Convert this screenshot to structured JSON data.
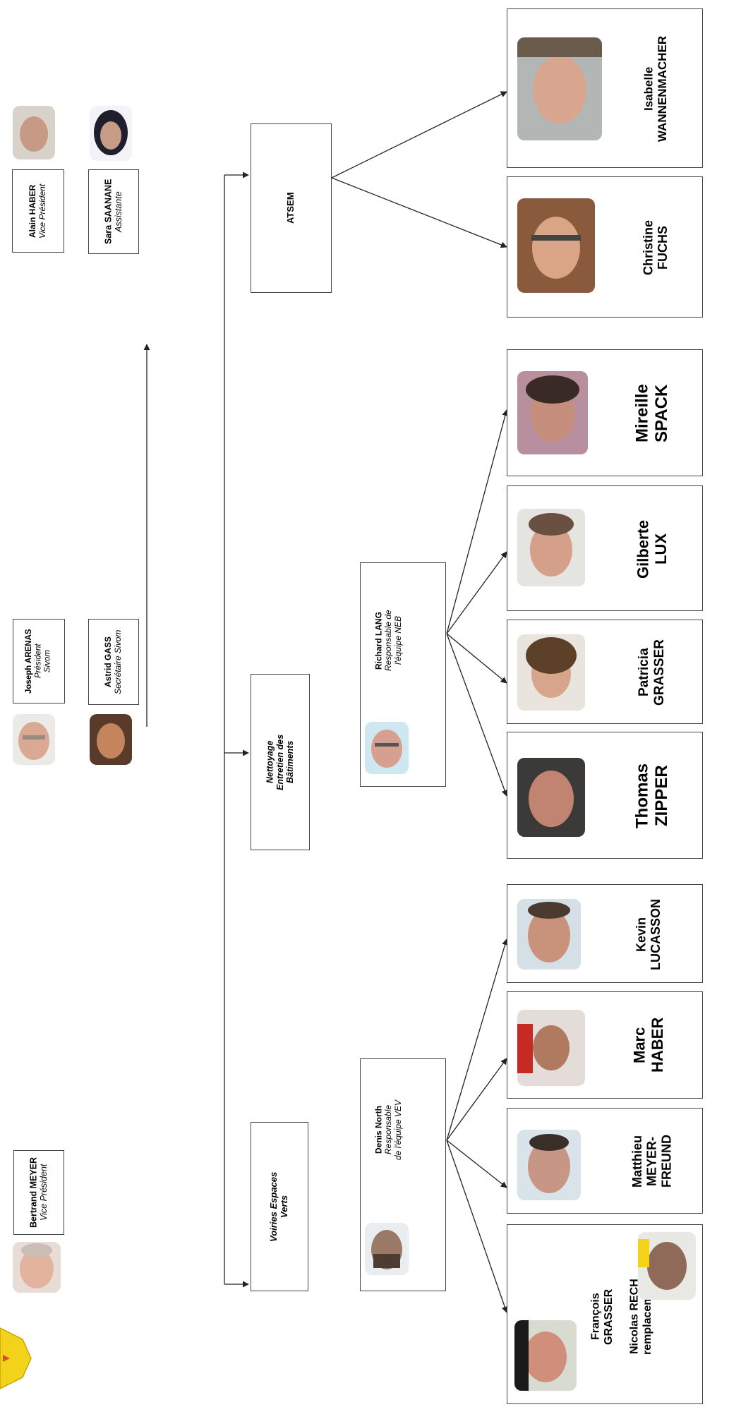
{
  "board": {
    "vp1": {
      "name": "Bertrand MEYER",
      "role": "Vice Président"
    },
    "president": {
      "name": "Joseph ARENAS",
      "role_line1": "Président",
      "role_line2": "Sivom"
    },
    "vp2": {
      "name": "Alain HABER",
      "role": "Vice Président"
    },
    "secretary": {
      "name": "Astrid GASS",
      "role": "Secrétaire Sivom"
    },
    "assistant": {
      "name": "Sara SAANANE",
      "role": "Assistante"
    }
  },
  "services": {
    "vev": {
      "line1": "Voiries Espaces",
      "line2": "Verts"
    },
    "neb": {
      "line1": "Nettoyage",
      "line2": "Entretien des",
      "line3": "Bâtiments"
    },
    "atsem": {
      "label": "ATSEM"
    }
  },
  "leads": {
    "vev": {
      "name": "Denis North",
      "role_line1": "Responsable",
      "role_line2": "de l'équipe VEV"
    },
    "neb": {
      "name": "Richard LANG",
      "role_line1": "Responsable de",
      "role_line2": "l'équipe NEB"
    }
  },
  "staff": {
    "francois": {
      "line1": "François",
      "line2": "GRASSER",
      "line3": "Nicolas RECH",
      "line4": "remplacement"
    },
    "matthieu": {
      "line1": "Matthieu",
      "line2": "MEYER-",
      "line3": "FREUND"
    },
    "marc": {
      "line1": "Marc",
      "line2": "HABER"
    },
    "kevin": {
      "line1": "Kevin",
      "line2": "LUCASSON"
    },
    "thomas": {
      "line1": "Thomas",
      "line2": "ZIPPER"
    },
    "patricia": {
      "line1": "Patricia",
      "line2": "GRASSER"
    },
    "gilberte": {
      "line1": "Gilberte",
      "line2": "LUX"
    },
    "mireille": {
      "line1": "Mireille",
      "line2": "SPACK"
    },
    "christine": {
      "line1": "Christine",
      "line2": "FUCHS"
    },
    "isabelle": {
      "line1": "Isabelle",
      "line2": "WANNENMACHER"
    }
  },
  "colors": {
    "logo": "#f2d21b",
    "logo_accent": "#d9531e",
    "line": "#222222",
    "border": "#444444"
  }
}
